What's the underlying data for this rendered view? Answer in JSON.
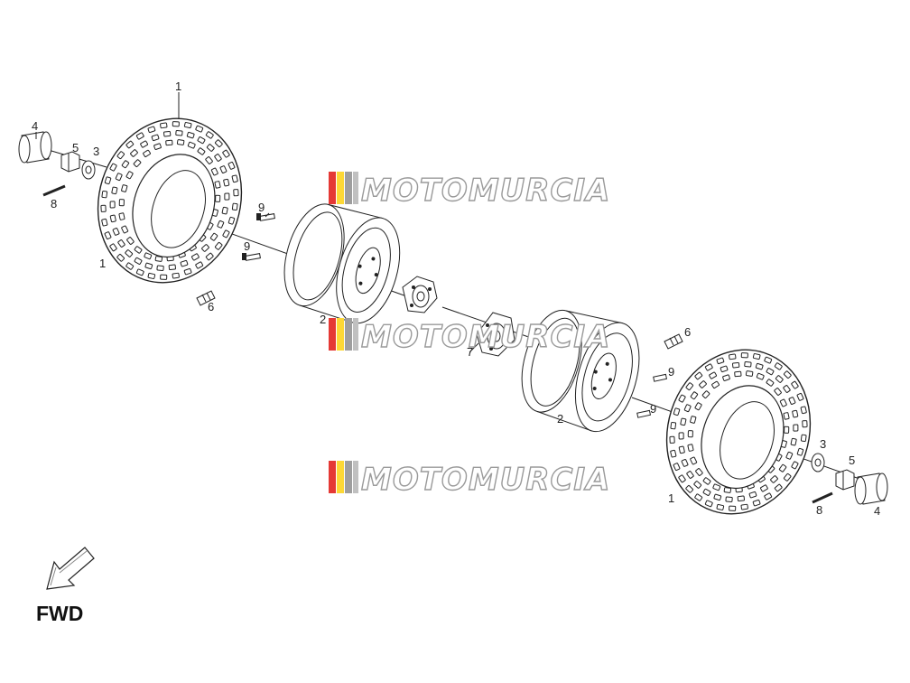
{
  "watermark": {
    "text": "MOTOMURCIA",
    "stripe_colors": [
      "#e53935",
      "#fdd835",
      "#9e9e9e",
      "#c0c0c0"
    ]
  },
  "fwd_label": "FWD",
  "callouts": {
    "c1_top": "1",
    "c1_left": "1",
    "c4_left": "4",
    "c5_left": "5",
    "c3_left": "3",
    "c8_left": "8",
    "c9_a": "9",
    "c9_b": "9",
    "c6_left": "6",
    "c2_left": "2",
    "c7": "7",
    "c6_right": "6",
    "c9_c": "9",
    "c9_d": "9",
    "c2_right": "2",
    "c3_right": "3",
    "c5_right": "5",
    "c1_right": "1",
    "c8_right": "8",
    "c4_right": "4"
  },
  "icons": {
    "fwd_arrow": "fwd-arrow-icon"
  }
}
